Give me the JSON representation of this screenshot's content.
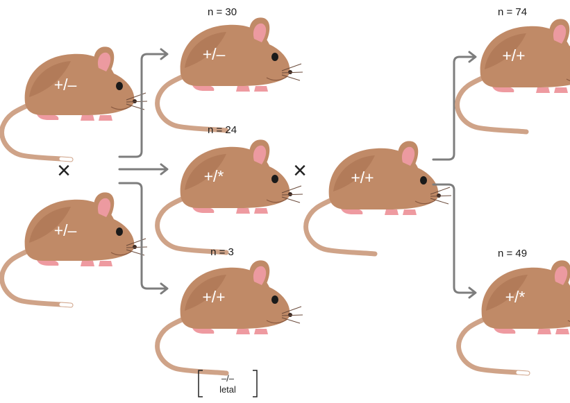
{
  "parents": [
    {
      "genotype": "+/–"
    },
    {
      "genotype": "+/–"
    }
  ],
  "cross_symbol": "×",
  "offspring": [
    {
      "count_label": "n = 30",
      "genotype": "+/–"
    },
    {
      "count_label": "n = 24",
      "genotype": "+/*"
    },
    {
      "count_label": "n = 3",
      "genotype": "+/+"
    }
  ],
  "lethal_note": {
    "line1": "–/–",
    "line2": "letal"
  },
  "testcross_partner": {
    "genotype": "+/+"
  },
  "testcross_offspring": [
    {
      "count_label": "n = 74",
      "genotype": "+/+"
    },
    {
      "count_label": "n = 49",
      "genotype": "+/*"
    }
  ],
  "colors": {
    "body": "#c08a67",
    "body_shade": "#a5704f",
    "ear_inner": "#ec9aa0",
    "feet": "#ee9aa0",
    "tail": "#cfa388",
    "tail_tip": "#ffffff",
    "arrow": "#7d7d7d"
  },
  "icons": [
    "mouse-icon",
    "arrow-icon",
    "cross-icon"
  ]
}
